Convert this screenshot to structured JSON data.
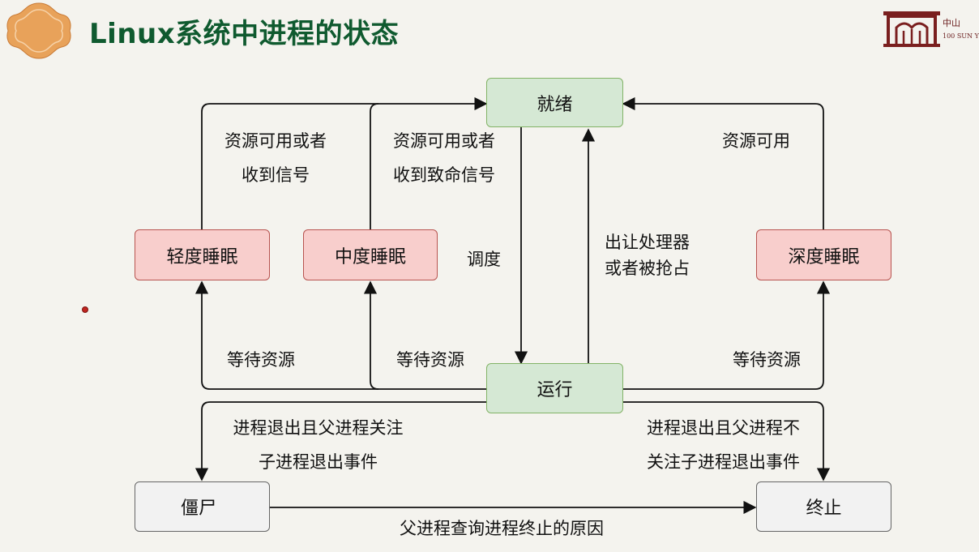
{
  "slide": {
    "title": "Linux系统中进程的状态",
    "logo_text": "中山",
    "logo_sub": "100 SUN Y"
  },
  "colors": {
    "title": "#0f5a2f",
    "node_green_fill": "#d5e8d4",
    "node_green_border": "#82b366",
    "node_red_fill": "#f8cecc",
    "node_red_border": "#b85450",
    "node_gray_fill": "#f2f2f2",
    "badge_orange": "#e8a25a"
  },
  "diagram": {
    "nodes": {
      "ready": "就绪",
      "running": "运行",
      "light_sleep": "轻度睡眠",
      "medium_sleep": "中度睡眠",
      "deep_sleep": "深度睡眠",
      "zombie": "僵尸",
      "terminated": "终止"
    },
    "labels": {
      "light_wake_1": "资源可用或者",
      "light_wake_2": "收到信号",
      "medium_wake_1": "资源可用或者",
      "medium_wake_2": "收到致命信号",
      "deep_wake": "资源可用",
      "schedule": "调度",
      "yield_1": "出让处理器",
      "yield_2": "或者被抢占",
      "wait_light": "等待资源",
      "wait_medium": "等待资源",
      "wait_deep": "等待资源",
      "exit_watched_1": "进程退出且父进程关注",
      "exit_watched_2": "子进程退出事件",
      "exit_unwatched_1": "进程退出且父进程不",
      "exit_unwatched_2": "关注子进程退出事件",
      "query": "父进程查询进程终止的原因"
    }
  }
}
